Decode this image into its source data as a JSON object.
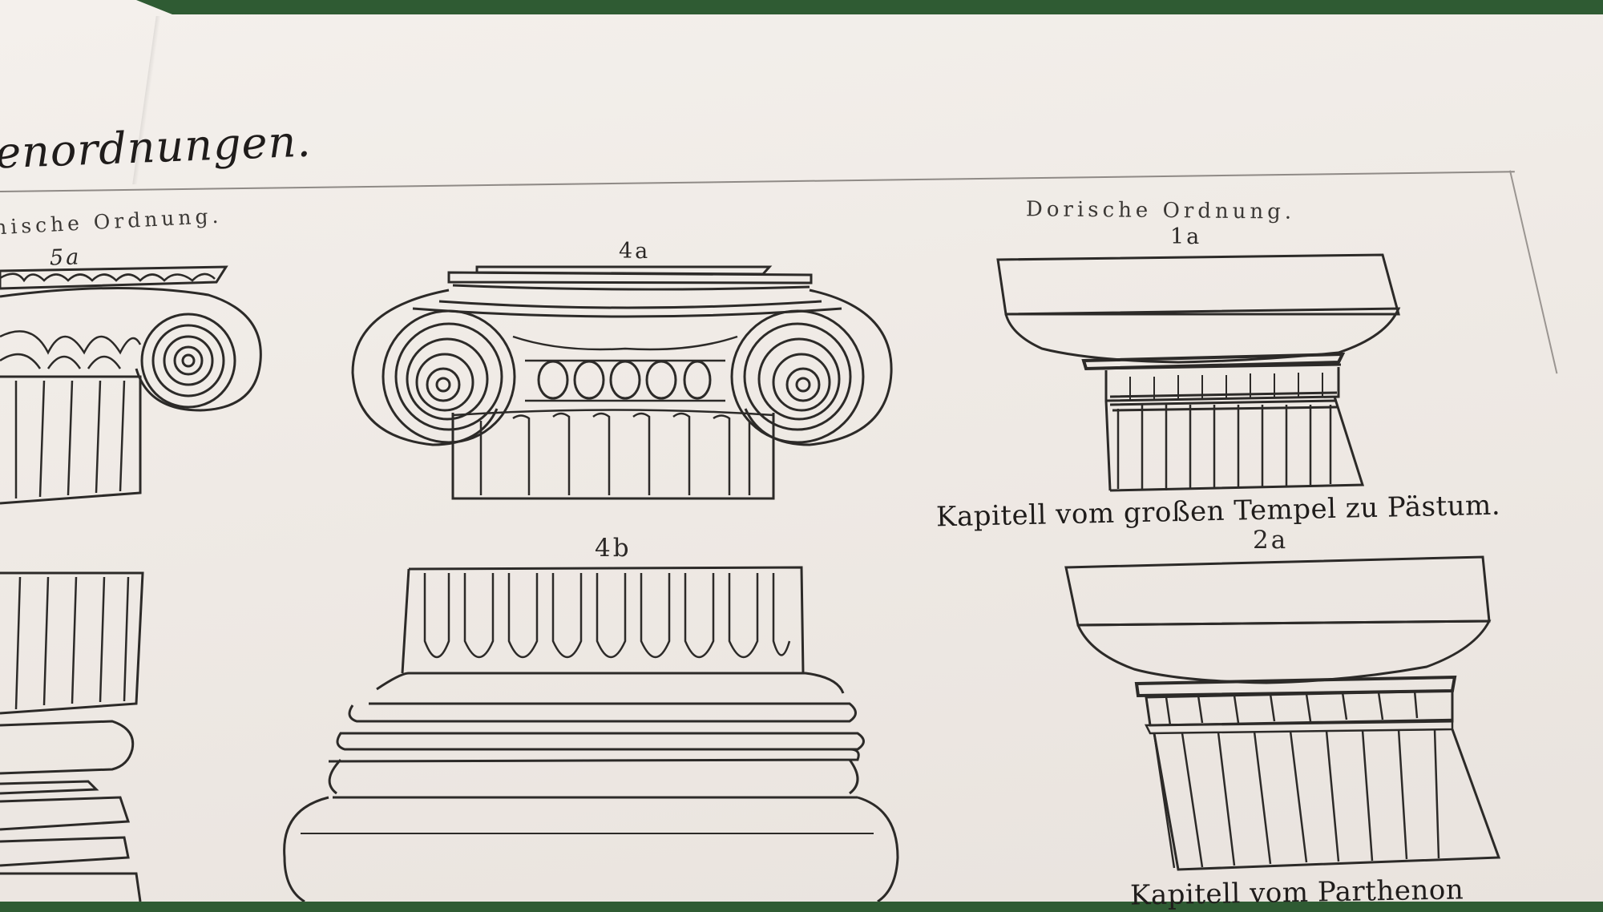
{
  "page": {
    "title": "enordnungen.",
    "sections": {
      "ionic_heading": "nische Ordnung.",
      "doric_heading": "Dorische Ordnung."
    },
    "figures": {
      "fig_5a": "5a",
      "fig_4a": "4a",
      "fig_4b": "4b",
      "fig_1a": "1a",
      "fig_2a": "2a"
    },
    "captions": {
      "caption_1a": "Kapitell vom großen Tempel zu Pästum.",
      "caption_2a": "Kapitell vom Parthenon"
    }
  },
  "colors": {
    "paper": "#efeae5",
    "ink": "#2c2a28",
    "background": "#2f5b33"
  }
}
